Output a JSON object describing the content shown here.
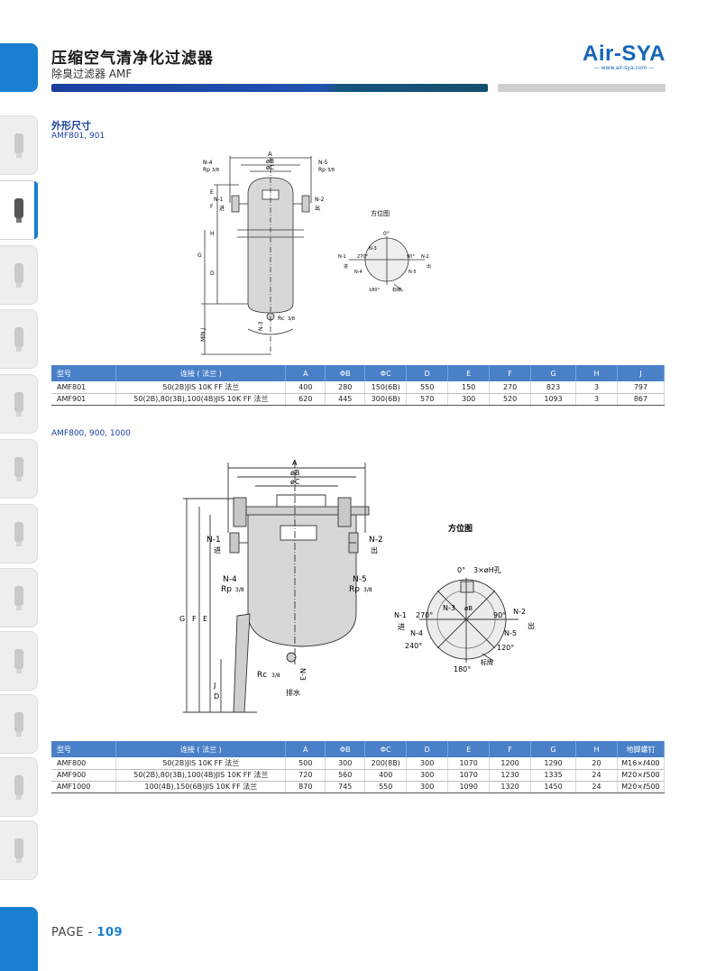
{
  "header": {
    "title": "压缩空气清净化过滤器",
    "subtitle": "除臭过滤器 AMF",
    "logo": "Air-SYA",
    "logo_url": "— www.air-sya.com —"
  },
  "colors": {
    "accent": "#1a7fd0",
    "table_header": "#4a80c8",
    "brand": "#1565b8",
    "heading": "#1b3f9a"
  },
  "sidebar": {
    "icons": [
      "filter-icon",
      "filter-bowl-icon",
      "regulator-icon",
      "valve-icon",
      "drain-icon",
      "dryer-icon",
      "pump-icon",
      "module-icon",
      "cylinder-icon",
      "fitting-icon",
      "silencer-icon",
      "accessory-icon"
    ]
  },
  "section": {
    "title": "外形尺寸",
    "model1": "AMF801, 901",
    "model2": "AMF800, 900, 1000"
  },
  "drawing1": {
    "top_labels": [
      "A",
      "øB",
      "øC"
    ],
    "n4": "N-4",
    "rp": "Rp",
    "rp_frac": "3/8",
    "n5": "N-5",
    "n1": "N-1",
    "in": "进",
    "n2": "N-2",
    "out": "出",
    "n3": "N-3",
    "rc": "Rc",
    "rc_frac": "3/8",
    "dims": [
      "F",
      "E",
      "H",
      "G",
      "D",
      "MIN.J"
    ],
    "orient_title": "方位图",
    "orient_labels": [
      "0°",
      "N-3",
      "270°",
      "90°",
      "N-1",
      "N-2",
      "进",
      "出",
      "N-4",
      "N-5",
      "180°",
      "标牌"
    ]
  },
  "drawing2": {
    "top_labels": [
      "A",
      "øB",
      "øC"
    ],
    "n1": "N-1",
    "in": "进",
    "n2": "N-2",
    "out": "出",
    "n4": "N-4",
    "n5": "N-5",
    "rp": "Rp",
    "rp_frac": "3/8",
    "rc": "Rc",
    "rc_frac": "3/8",
    "n3": "N-3",
    "drain": "排水",
    "dims": [
      "G",
      "F",
      "E",
      "J",
      "D"
    ],
    "orient_title": "方位图",
    "orient_labels": [
      "0°",
      "3×øH孔",
      "N-3",
      "øB",
      "270°",
      "90°",
      "N-1",
      "N-2",
      "进",
      "出",
      "N-4",
      "N-5",
      "240°",
      "120°",
      "180°",
      "标牌"
    ]
  },
  "table1": {
    "headers": [
      "型号",
      "连接 ( 法兰 )",
      "A",
      "ΦB",
      "ΦC",
      "D",
      "E",
      "F",
      "G",
      "H",
      "J"
    ],
    "rows": [
      [
        "AMF801",
        "50(2B)JIS 10K FF 法兰",
        "400",
        "280",
        "150(6B)",
        "550",
        "150",
        "270",
        "823",
        "3",
        "797"
      ],
      [
        "AMF901",
        "50(2B),80(3B),100(4B)JIS 10K FF 法兰",
        "620",
        "445",
        "300(6B)",
        "570",
        "300",
        "520",
        "1093",
        "3",
        "867"
      ]
    ]
  },
  "table2": {
    "headers": [
      "型号",
      "连接 ( 法兰 )",
      "A",
      "ΦB",
      "ΦC",
      "D",
      "E",
      "F",
      "G",
      "H",
      "地脚螺钉"
    ],
    "rows": [
      [
        "AMF800",
        "50(2B)JIS 10K FF 法兰",
        "500",
        "300",
        "200(8B)",
        "300",
        "1070",
        "1200",
        "1290",
        "20",
        "M16×ℓ400"
      ],
      [
        "AMF900",
        "50(2B),80(3B),100(4B)JIS 10K FF 法兰",
        "720",
        "560",
        "400",
        "300",
        "1070",
        "1230",
        "1335",
        "24",
        "M20×ℓ500"
      ],
      [
        "AMF1000",
        "100(4B),150(6B)JIS 10K FF 法兰",
        "870",
        "745",
        "550",
        "300",
        "1090",
        "1320",
        "1450",
        "24",
        "M20×ℓ500"
      ]
    ]
  },
  "footer": {
    "page_prefix": "PAGE - ",
    "page_number": "109"
  }
}
